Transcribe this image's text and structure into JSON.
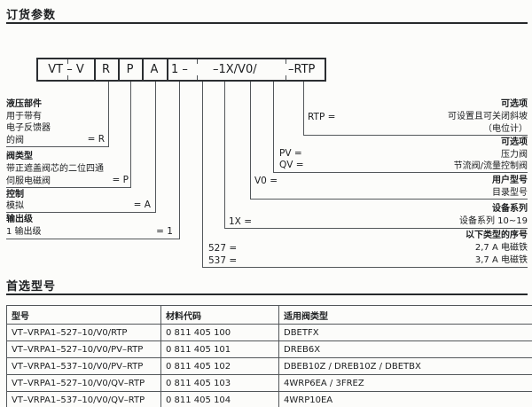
{
  "page": {
    "title": "订货参数"
  },
  "code_box": {
    "field1": "VT – V",
    "field2": "R",
    "field3": "P",
    "field4": "A",
    "field5_start": "1 –",
    "field5_mid": "–1X/V0/",
    "field5_end": "–RTP"
  },
  "left_groups": [
    {
      "title": "液压部件",
      "line1": "用于带有",
      "line2": "电子反馈器",
      "line3": "的阀",
      "code": "= R"
    },
    {
      "title": "阀类型",
      "line1": "带正遮盖阀芯的二位四通",
      "line2": "伺服电磁阀",
      "code": "= P"
    },
    {
      "title": "控制",
      "line1": "模拟",
      "code": "= A"
    },
    {
      "title": "输出级",
      "line1": "1 输出级",
      "code": "= 1"
    }
  ],
  "right_groups": [
    {
      "key": "RTP =",
      "title": "可选项",
      "line1": "可设置且可关闭斜坡",
      "line2": "（电位计）"
    },
    {
      "title": "可选项",
      "key1": "PV =",
      "line1": "压力阀",
      "key2": "QV =",
      "line2": "节流阀/流量控制阀"
    },
    {
      "key": "V0 =",
      "title": "用户型号",
      "line1": "目录型号"
    },
    {
      "key": "1X =",
      "title": "设备系列",
      "line1": "设备系列 10~19"
    },
    {
      "title": "以下类型的序号",
      "key1": "527 =",
      "line1": "2,7 A 电磁铁",
      "key2": "537 =",
      "line2": "3,7 A 电磁铁"
    }
  ],
  "preferred_section": {
    "title": "首选型号"
  },
  "table": {
    "headers": [
      "型号",
      "材料代码",
      "适用阀类型"
    ],
    "rows": [
      [
        "VT–VRPA1–527–10/V0/RTP",
        "0 811 405 100",
        "DBETFX"
      ],
      [
        "VT–VRPA1–527–10/V0/PV–RTP",
        "0 811 405 101",
        "DREB6X"
      ],
      [
        "VT–VRPA1–537–10/V0/PV–RTP",
        "0 811 405 102",
        "DBEB10Z / DREB10Z / DBETBX"
      ],
      [
        "VT–VRPA1–527–10/V0/QV–RTP",
        "0 811 405 103",
        "4WRP6EA / 3FREZ"
      ],
      [
        "VT–VRPA1–537–10/V0/QV–RTP",
        "0 811 405 104",
        "4WRP10EA"
      ]
    ]
  }
}
